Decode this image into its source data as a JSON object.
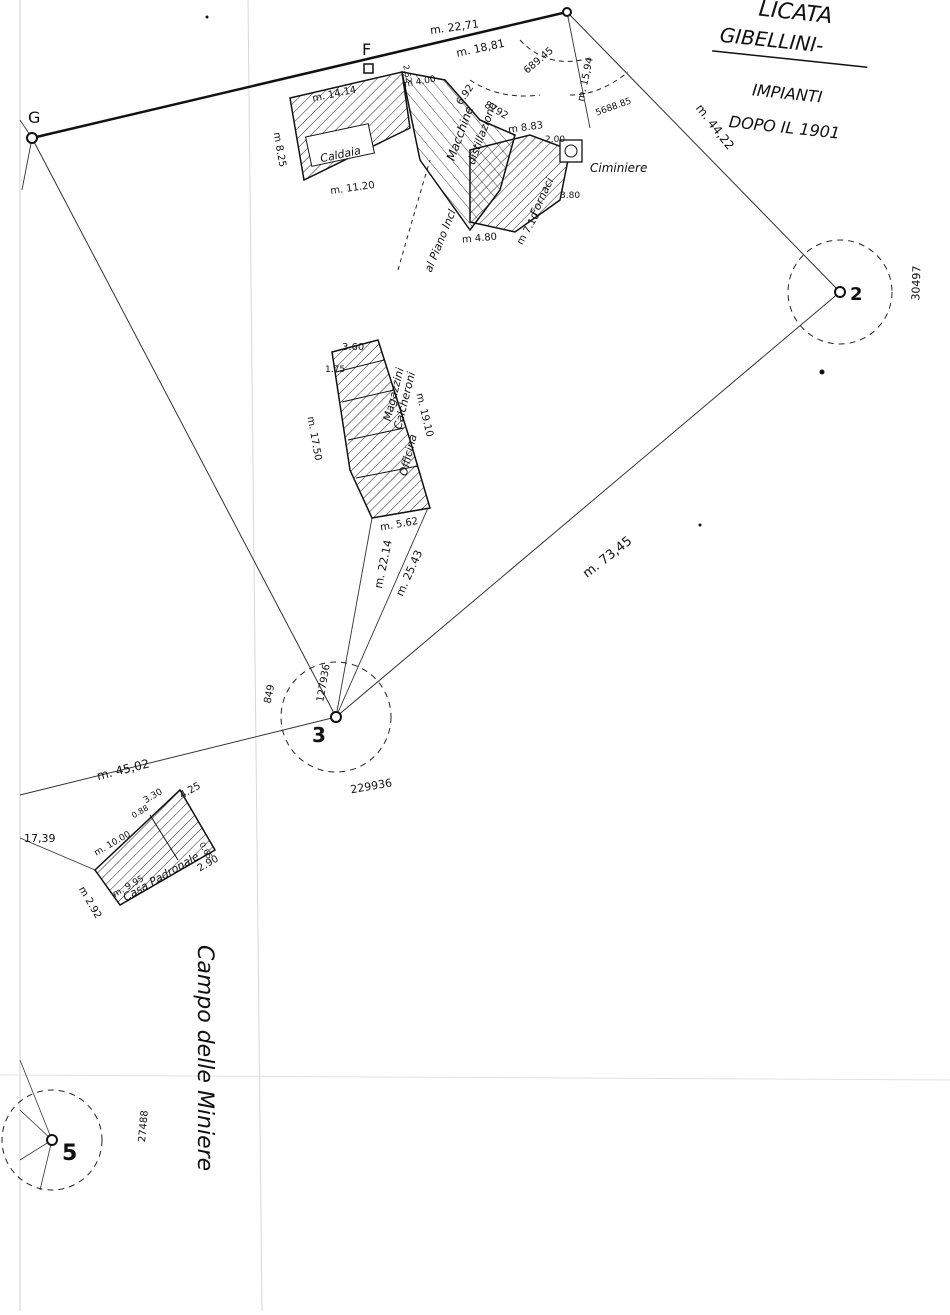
{
  "header": {
    "line1": "LICATA",
    "line2": "GIBELLINI-",
    "line3": "IMPIANTI",
    "line4": "DOPO IL 1901"
  },
  "stations": {
    "F": "F",
    "G": "G",
    "s2": "2",
    "s3": "3",
    "s5": "5"
  },
  "measures": {
    "f_top": "m. 22,71",
    "g_f": "m. 14.14",
    "top_18": "m. 18,81",
    "angle_689": "689.45",
    "right_44": "m. 44,22",
    "angle_30497": "30497",
    "line_73": "m. 73,45",
    "line_22_14": "m. 22.14",
    "line_25_43": "m. 25.43",
    "line_45": "m. 45,02",
    "angle_12793": "127936",
    "angle_849": "849",
    "angle_22993": "229936",
    "angle_27488": "27488",
    "left_17": "17,39",
    "right_15": "m. 15,94",
    "angle_5688": "5688.85",
    "angle_8792": "8792"
  },
  "bldg_top": {
    "caldaia": "Caldaia",
    "w825": "m 8.25",
    "w1120": "m. 11.20",
    "w400": "m 4.00",
    "w252": "2.52",
    "macchina": "Macchine",
    "distillazione": "distillazione",
    "w692": "6.92",
    "w883": "m 8.83",
    "w480": "m 4.80",
    "w710": "m 7.10",
    "fornaci": "Fornaci",
    "w200": "2.00",
    "w380": "3.80",
    "ciminiere": "Ciminiere",
    "piano": "al Piano Incl."
  },
  "bldg_mid": {
    "w360": "3.60",
    "w175": "1.75",
    "w1750": "m. 17.50",
    "w1910": "m. 19.10",
    "w562": "m. 5.62",
    "label1": "Magazzini",
    "label2": "Calcheroni",
    "label3": "Officina"
  },
  "bldg_low": {
    "w330": "3.30",
    "w425": "4.25",
    "w088": "0.88",
    "w1000": "m. 10.00",
    "w995": "m. 9.95",
    "w290": "2.90",
    "w065": "0.65",
    "w292": "m 2.92",
    "label": "Casa Padronale"
  },
  "field_label": "Campo delle Miniere"
}
